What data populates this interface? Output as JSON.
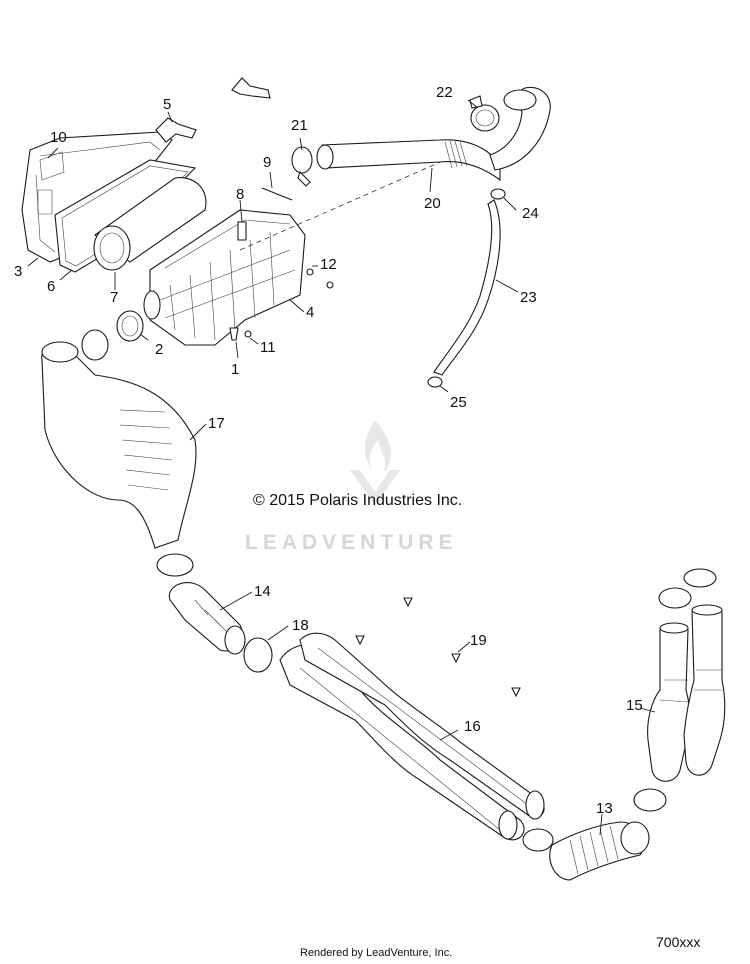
{
  "callouts": [
    {
      "id": "1",
      "text": "1"
    },
    {
      "id": "2",
      "text": "2"
    },
    {
      "id": "3",
      "text": "3"
    },
    {
      "id": "4",
      "text": "4"
    },
    {
      "id": "5",
      "text": "5"
    },
    {
      "id": "6",
      "text": "6"
    },
    {
      "id": "7",
      "text": "7"
    },
    {
      "id": "8",
      "text": "8"
    },
    {
      "id": "9",
      "text": "9"
    },
    {
      "id": "10",
      "text": "10"
    },
    {
      "id": "11",
      "text": "11"
    },
    {
      "id": "12",
      "text": "12"
    },
    {
      "id": "13",
      "text": "13"
    },
    {
      "id": "14",
      "text": "14"
    },
    {
      "id": "15",
      "text": "15"
    },
    {
      "id": "16",
      "text": "16"
    },
    {
      "id": "17",
      "text": "17"
    },
    {
      "id": "18",
      "text": "18"
    },
    {
      "id": "19",
      "text": "19"
    },
    {
      "id": "20",
      "text": "20"
    },
    {
      "id": "21",
      "text": "21"
    },
    {
      "id": "22",
      "text": "22"
    },
    {
      "id": "23",
      "text": "23"
    },
    {
      "id": "24",
      "text": "24"
    },
    {
      "id": "25",
      "text": "25"
    }
  ],
  "copyright": "© 2015 Polaris Industries Inc.",
  "watermark": "LEADVENTURE",
  "footer": "Rendered by LeadVenture, Inc.",
  "diagram_code": "700xxx"
}
